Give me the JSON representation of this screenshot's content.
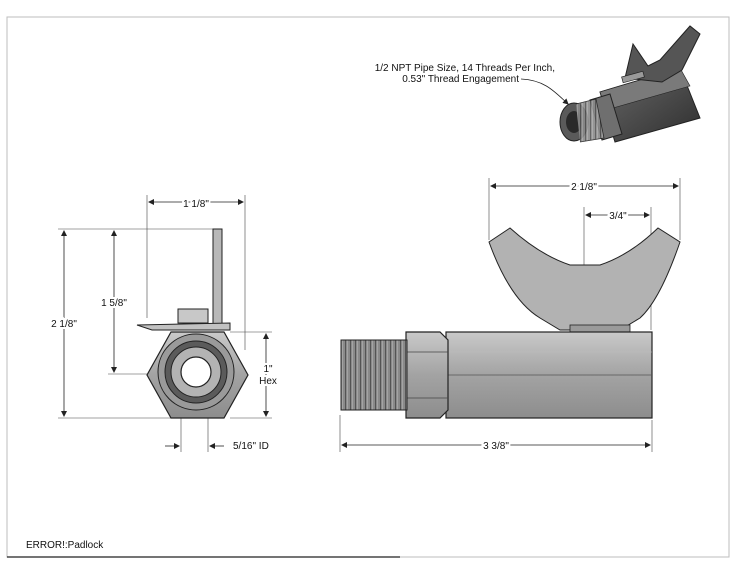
{
  "callout": {
    "line1": "1/2 NPT Pipe Size, 14 Threads Per Inch,",
    "line2": "0.53\" Thread Engagement"
  },
  "end_view": {
    "width_label": "1 1/8\"",
    "height_label": "1 5/8\"",
    "overall_height_label": "2 1/8\"",
    "hex_label_1": "1\"",
    "hex_label_2": "Hex",
    "id_label": "5/16\" ID"
  },
  "side_view": {
    "handle_width_label": "2 1/8\"",
    "offset_label": "3/4\"",
    "length_label": "3 3/8\""
  },
  "footer": {
    "text": "ERROR!:Padlock"
  },
  "colors": {
    "body_gray": "#a6a6a6",
    "dark_gray": "#4a4a4a",
    "thread_gray": "#7d7d7d",
    "line": "#222222"
  }
}
